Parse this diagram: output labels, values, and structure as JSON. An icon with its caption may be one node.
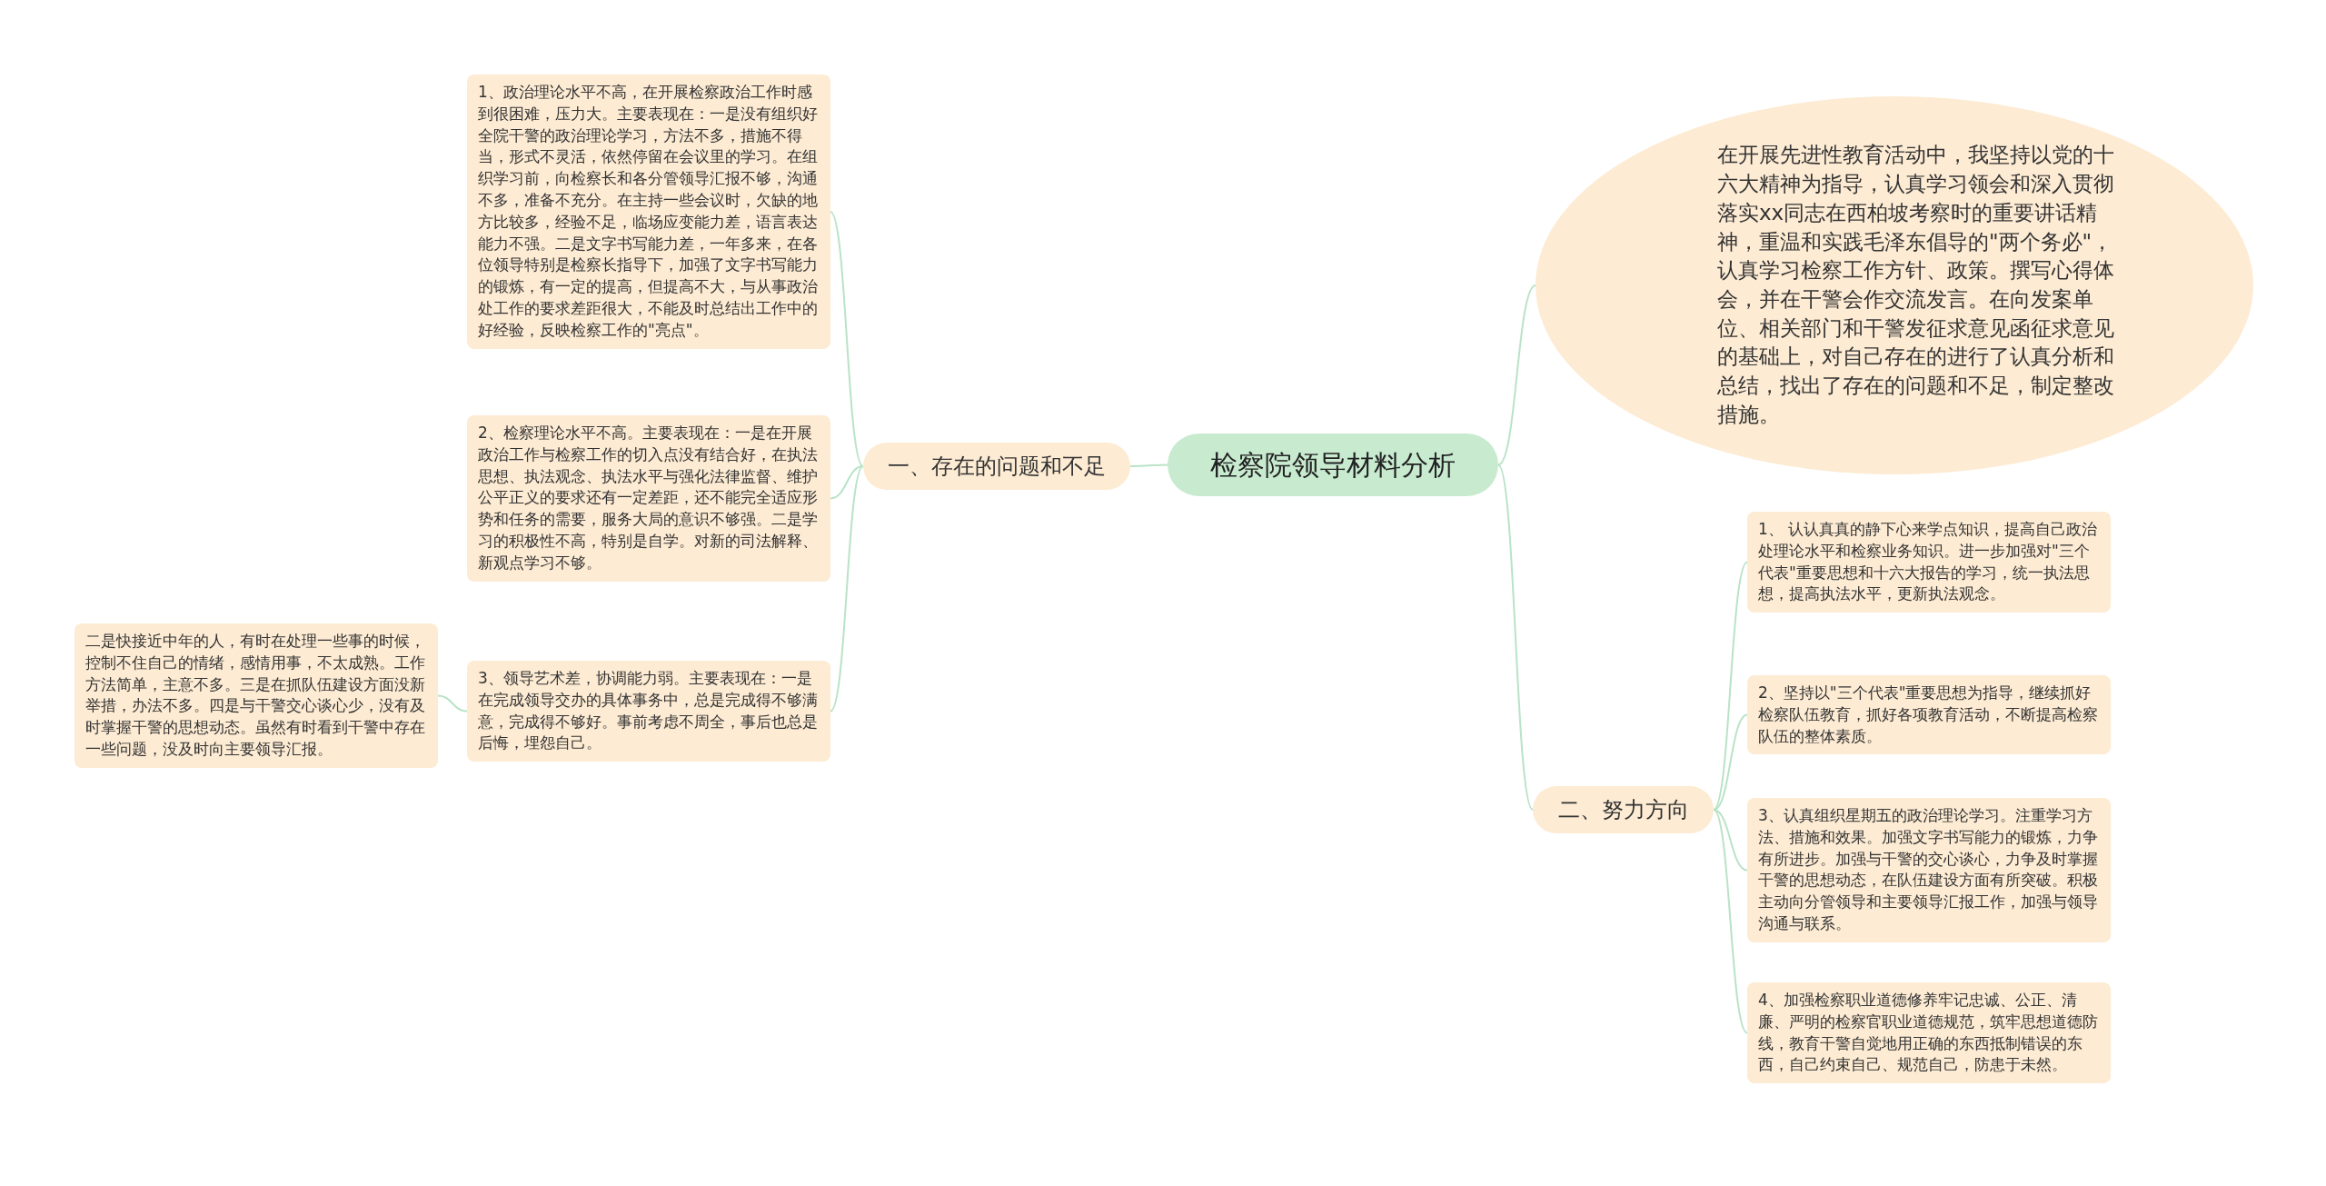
{
  "diagram": {
    "nodes": [
      {
        "text": [
          "检察院领导材料分析"
        ]
      },
      {
        "text": [
          "一、存在的问题和不足"
        ]
      },
      {
        "text": [
          "1、政治理论水平不高，在开展检察政治工作时感到很困难，压力大。主要表现在：一是没有组织好全院干警的政治理论学习，方法不多，措施不得当，形式不灵活，依然停留在会议里的学习。在组织学习前，向检察长和各分管领导汇报不够，沟通不多，准备不充分。在主持一些会议时，欠缺的地方比较多，经验不足，临场应变能力差，语言表达能力不强。二是文字书写能力差，一年多来，在各位领导特别是检察长指导下，加强了文字书写能力的锻炼，有一定的提高，但提高不大，与从事政治处工作的要求差距很大，不能及时总结出工作中的好经验，反映检察工作的\"亮点\"。"
        ]
      },
      {
        "text": [
          "2、检察理论水平不高。主要表现在：一是在开展政治工作与检察工作的切入点没有结合好，在执法思想、执法观念、执法水平与强化法律监督、维护公平正义的要求还有一定差距，还不能完全适应形势和任务的需要，服务大局的意识不够强。二是学习的积极性不高，特别是自学。对新的司法解释、新观点学习不够。"
        ]
      },
      {
        "text": [
          "3、领导艺术差，协调能力弱。主要表现在：一是在完成领导交办的具体事务中，总是完成得不够满意，完成得不够好。事前考虑不周全，事后也总是后悔，埋怨自己。"
        ]
      },
      {
        "text": [
          "二是快接近中年的人，有时在处理一些事的时候，控制不住自己的情绪，感情用事，不太成熟。工作方法简单，主意不多。三是在抓队伍建设方面没新举措，办法不多。四是与干警交心谈心少，没有及时掌握干警的思想动态。虽然有时看到干警中存在一些问题，没及时向主要领导汇报。"
        ]
      },
      {
        "text": [
          "在开展先进性教育活动中，我坚持以党的十六大精神为指导，认真学习领会和深入贯彻落实xx同志在西柏坡考察时的重要讲话精神，重温和实践毛泽东倡导的\"两个务必\"，认真学习检察工作方针、政策。撰写心得体会，并在干警会作交流发言。在向发案单位、相关部门和干警发征求意见函征求意见的基础上，对自己存在的进行了认真分析和总结，找出了存在的问题和不足，制定整改措施。"
        ]
      },
      {
        "text": [
          "二、努力方向"
        ]
      },
      {
        "text": [
          "1、 认认真真的静下心来学点知识，提高自己政治处理论水平和检察业务知识。进一步加强对\"三个代表\"重要思想和十六大报告的学习，统一执法思想，提高执法水平，更新执法观念。"
        ]
      },
      {
        "text": [
          "2、坚持以\"三个代表\"重要思想为指导，继续抓好检察队伍教育，抓好各项教育活动，不断提高检察队伍的整体素质。"
        ]
      },
      {
        "text": [
          "3、认真组织星期五的政治理论学习。注重学习方法、措施和效果。加强文字书写能力的锻炼，力争有所进步。加强与干警的交心谈心，力争及时掌握干警的思想动态，在队伍建设方面有所突破。积极主动向分管领导和主要领导汇报工作，加强与领导沟通与联系。"
        ]
      },
      {
        "text": [
          "4、加强检察职业道德修养牢记忠诚、公正、清廉、严明的检察官职业道德规范，筑牢思想道德防线，教育干警自觉地用正确的东西抵制错误的东西，自己约束自己、规范自己，防患于未然。"
        ]
      }
    ],
    "edges": [
      {
        "from": 0,
        "to": 1,
        "arrow": "none"
      },
      {
        "from": 1,
        "to": 2,
        "arrow": "none"
      },
      {
        "from": 1,
        "to": 3,
        "arrow": "none"
      },
      {
        "from": 1,
        "to": 4,
        "arrow": "none"
      },
      {
        "from": 4,
        "to": 5,
        "arrow": "none"
      },
      {
        "from": 0,
        "to": 6,
        "arrow": "none"
      },
      {
        "from": 0,
        "to": 7,
        "arrow": "none"
      },
      {
        "from": 7,
        "to": 8,
        "arrow": "none"
      },
      {
        "from": 7,
        "to": 9,
        "arrow": "none"
      },
      {
        "from": 7,
        "to": 10,
        "arrow": "none"
      },
      {
        "from": 7,
        "to": 11,
        "arrow": "none"
      }
    ]
  }
}
